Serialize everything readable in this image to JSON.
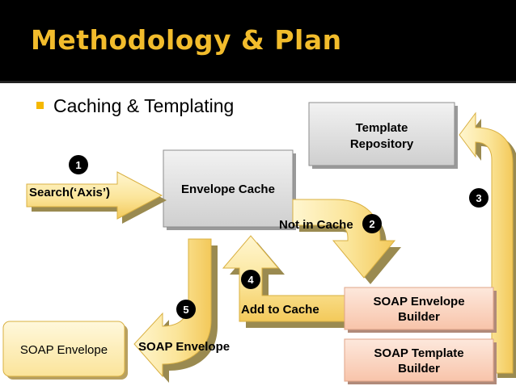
{
  "slide": {
    "title": "Methodology & Plan",
    "bullet": "Caching & Templating"
  },
  "diagram": {
    "nodes": {
      "template_repository": "Template\nRepository",
      "envelope_cache": "Envelope Cache",
      "soap_envelope_builder": "SOAP Envelope\nBuilder",
      "soap_template_builder": "SOAP Template\nBuilder",
      "soap_envelope_box": "SOAP Envelope"
    },
    "arrows": {
      "search": "Search(‘Axis’)",
      "not_in_cache": "Not in Cache",
      "add_to_cache": "Add to Cache",
      "soap_envelope": "SOAP Envelope"
    },
    "steps": [
      "1",
      "2",
      "3",
      "4",
      "5"
    ]
  },
  "colors": {
    "title": "#f2bc2c",
    "bullet": "#f5b800",
    "arrow_fill": "#f8e08c",
    "gray_box": "#d8d8d8",
    "pink_box": "#fcd6c4"
  }
}
